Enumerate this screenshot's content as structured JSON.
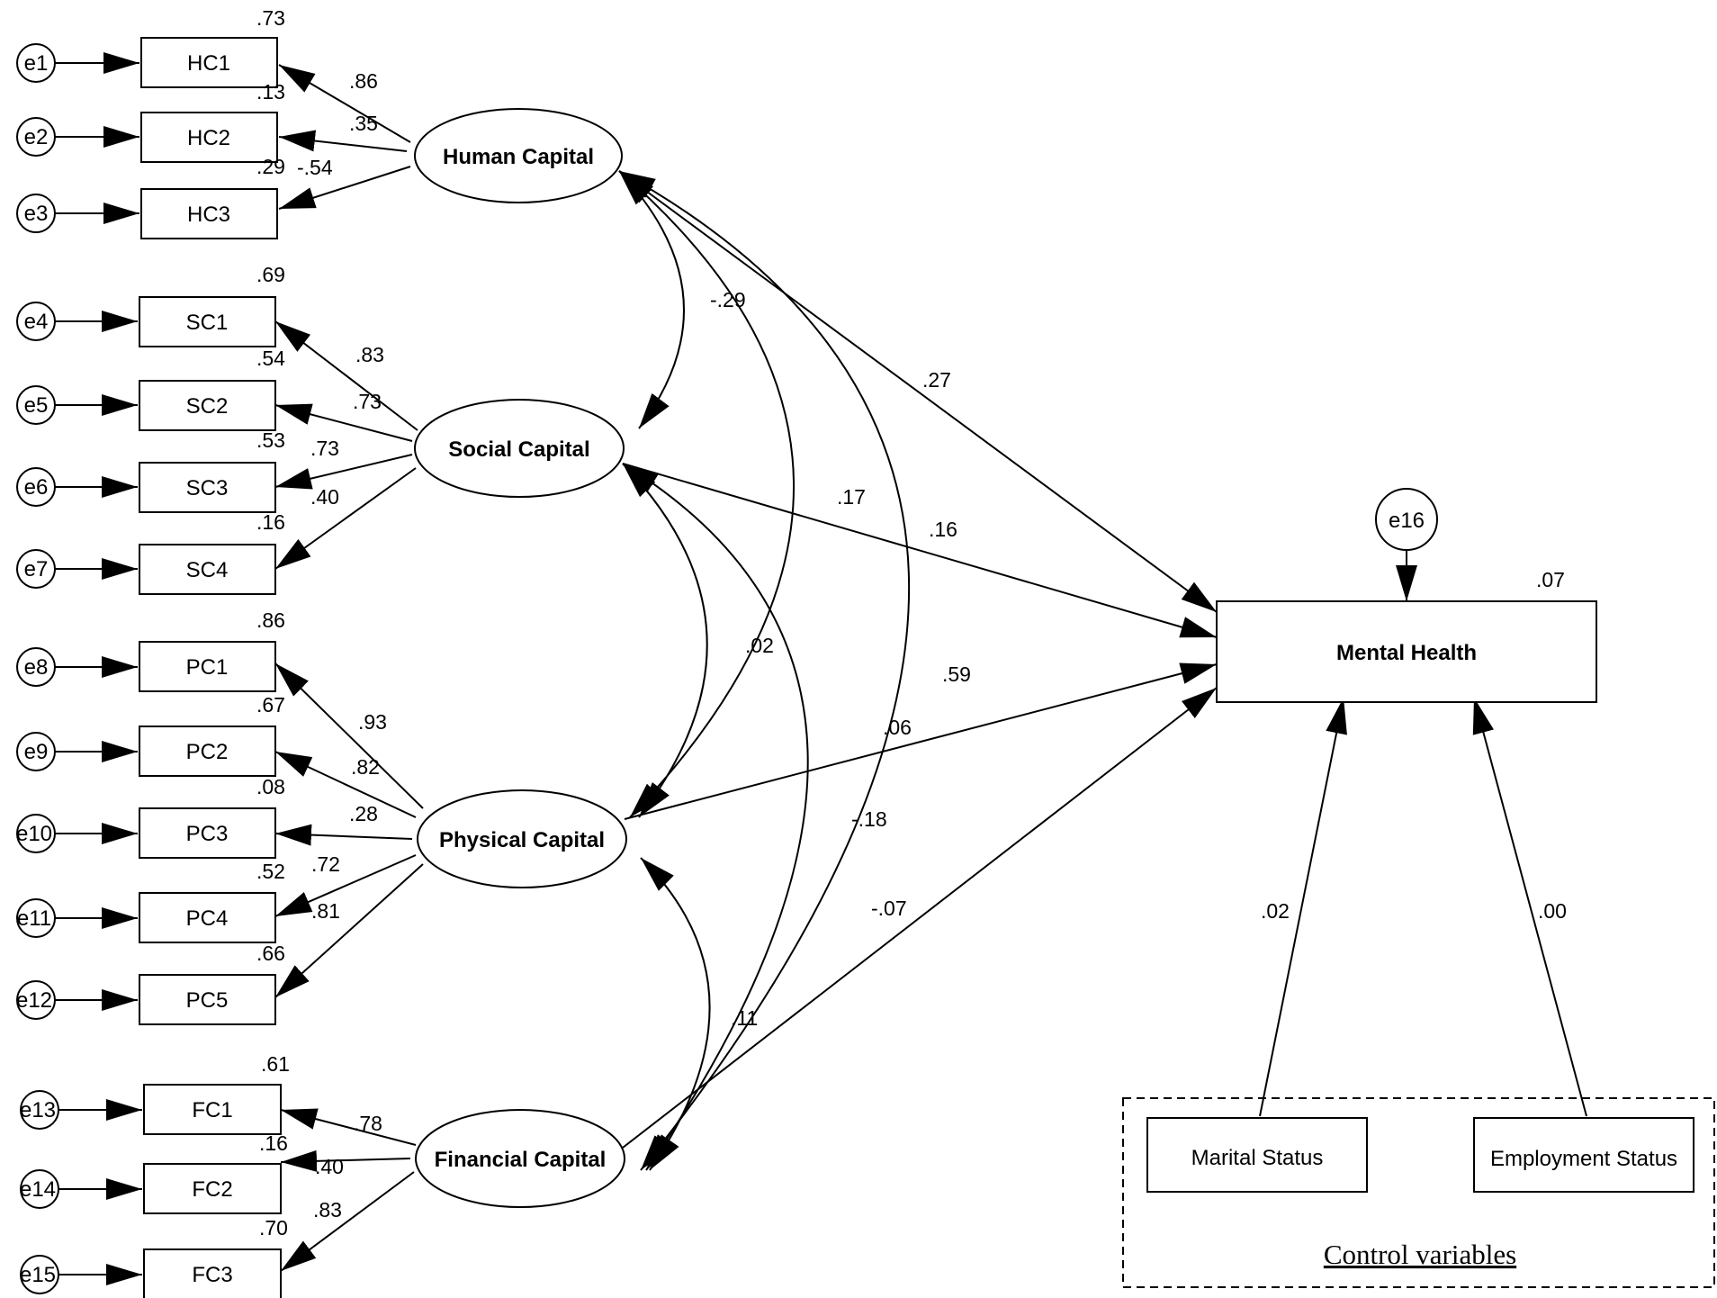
{
  "errors": [
    "e1",
    "e2",
    "e3",
    "e4",
    "e5",
    "e6",
    "e7",
    "e8",
    "e9",
    "e10",
    "e11",
    "e12",
    "e13",
    "e14",
    "e15"
  ],
  "indicators": [
    {
      "label": "HC1",
      "r2": ".73",
      "loading": ".86"
    },
    {
      "label": "HC2",
      "r2": ".13",
      "loading": ".35"
    },
    {
      "label": "HC3",
      "r2": ".29",
      "loading": "-.54"
    },
    {
      "label": "SC1",
      "r2": ".69",
      "loading": ".83"
    },
    {
      "label": "SC2",
      "r2": ".54",
      "loading": ".73"
    },
    {
      "label": "SC3",
      "r2": ".53",
      "loading": ".73"
    },
    {
      "label": "SC4",
      "r2": ".16",
      "loading": ".40"
    },
    {
      "label": "PC1",
      "r2": ".86",
      "loading": ".93"
    },
    {
      "label": "PC2",
      "r2": ".67",
      "loading": ".82"
    },
    {
      "label": "PC3",
      "r2": ".08",
      "loading": ".28"
    },
    {
      "label": "PC4",
      "r2": ".52",
      "loading": ".72"
    },
    {
      "label": "PC5",
      "r2": ".66",
      "loading": ".81"
    },
    {
      "label": "FC1",
      "r2": ".61",
      "loading": ".78"
    },
    {
      "label": "FC2",
      "r2": ".16",
      "loading": ".40"
    },
    {
      "label": "FC3",
      "r2": ".70",
      "loading": ".83"
    }
  ],
  "latents": {
    "human": "Human Capital",
    "social": "Social Capital",
    "physical": "Physical Capital",
    "financial": "Financial Capital"
  },
  "outcome": {
    "label": "Mental Health",
    "r2": ".07",
    "error": "e16"
  },
  "paths": {
    "human": ".27",
    "social": ".16",
    "physical": ".06",
    "financial": "-.07"
  },
  "covariances": {
    "hc_sc": "-.29",
    "hc_pc": ".17",
    "hc_fc": ".59",
    "sc_pc": ".02",
    "sc_fc": "-.18",
    "pc_fc": ".11"
  },
  "controls": {
    "title": "Control variables",
    "marital": "Marital Status",
    "employment": "Employment Status",
    "marital_path": ".02",
    "employment_path": ".00"
  }
}
